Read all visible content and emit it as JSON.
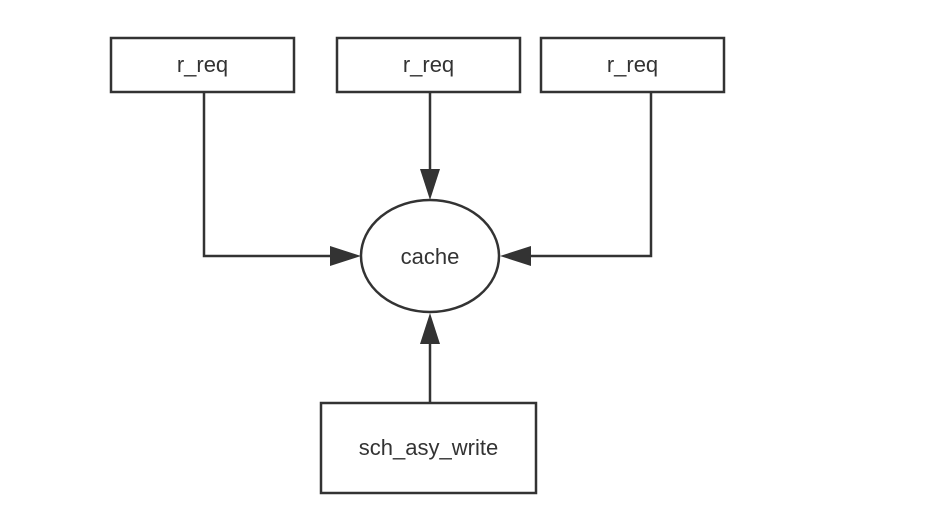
{
  "diagram": {
    "nodes": {
      "req_left": {
        "label": "r_req"
      },
      "req_mid": {
        "label": "r_req"
      },
      "req_right": {
        "label": "r_req"
      },
      "cache": {
        "label": "cache"
      },
      "writer": {
        "label": "sch_asy_write"
      }
    },
    "edges": [
      {
        "from": "req_left",
        "to": "cache"
      },
      {
        "from": "req_mid",
        "to": "cache"
      },
      {
        "from": "req_right",
        "to": "cache"
      },
      {
        "from": "writer",
        "to": "cache"
      }
    ]
  }
}
